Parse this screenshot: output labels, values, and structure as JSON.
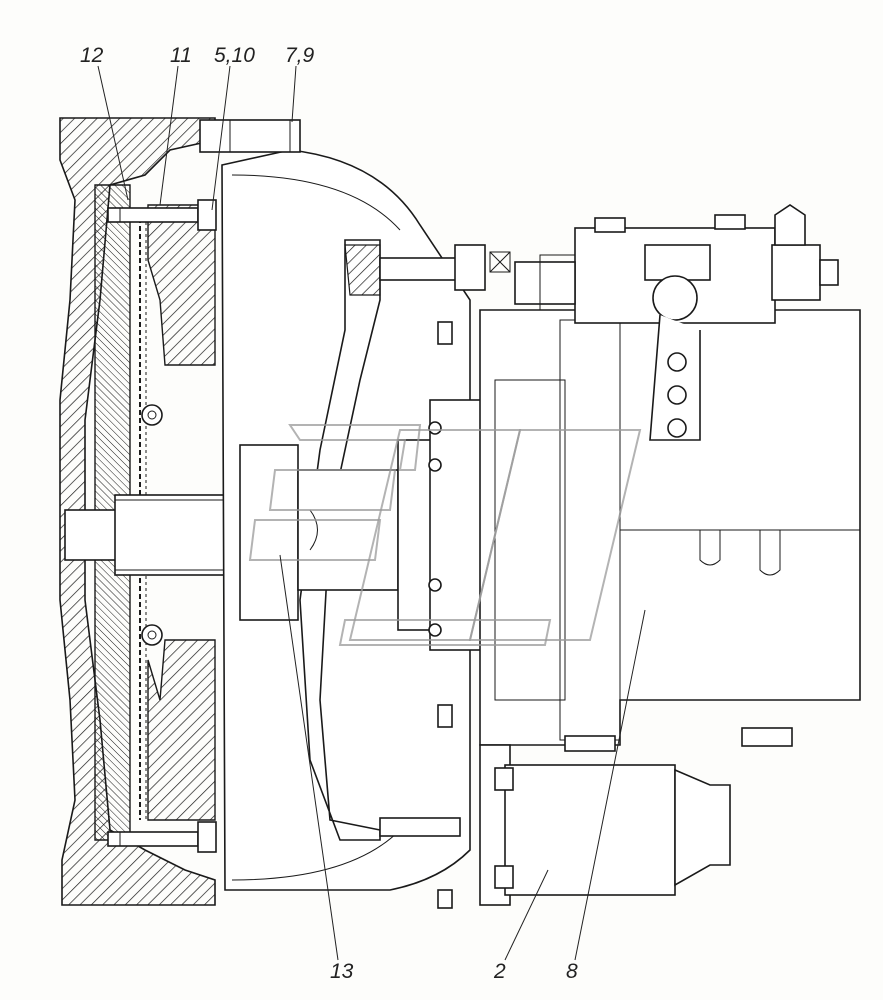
{
  "callouts": {
    "c12": "12",
    "c11": "11",
    "c510": "5,10",
    "c79": "7,9",
    "c13": "13",
    "c2": "2",
    "c8": "8"
  }
}
